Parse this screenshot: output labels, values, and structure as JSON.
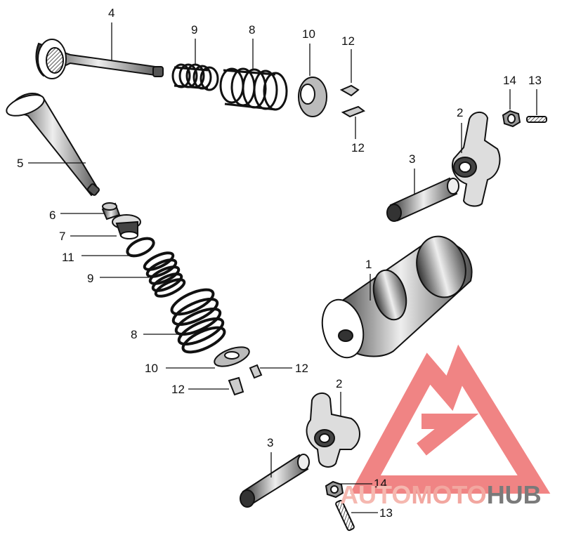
{
  "parts": [
    {
      "id": "p4a",
      "number": "4"
    },
    {
      "id": "p9a",
      "number": "9"
    },
    {
      "id": "p8a",
      "number": "8"
    },
    {
      "id": "p10a",
      "number": "10"
    },
    {
      "id": "p12a",
      "number": "12"
    },
    {
      "id": "p12b",
      "number": "12"
    },
    {
      "id": "p14a",
      "number": "14"
    },
    {
      "id": "p13a",
      "number": "13"
    },
    {
      "id": "p2a",
      "number": "2"
    },
    {
      "id": "p3a",
      "number": "3"
    },
    {
      "id": "p5",
      "number": "5"
    },
    {
      "id": "p6",
      "number": "6"
    },
    {
      "id": "p7",
      "number": "7"
    },
    {
      "id": "p11",
      "number": "11"
    },
    {
      "id": "p9b",
      "number": "9"
    },
    {
      "id": "p1",
      "number": "1"
    },
    {
      "id": "p8b",
      "number": "8"
    },
    {
      "id": "p10b",
      "number": "10"
    },
    {
      "id": "p12c",
      "number": "12"
    },
    {
      "id": "p12d",
      "number": "12"
    },
    {
      "id": "p2b",
      "number": "2"
    },
    {
      "id": "p3b",
      "number": "3"
    },
    {
      "id": "p14b",
      "number": "14"
    },
    {
      "id": "p13b",
      "number": "13"
    }
  ],
  "watermark": {
    "part1": "AUTO",
    "part2": "MOTO",
    "part3": "HUB",
    "color1": "#f5b8b0",
    "color2": "#f2a7a0",
    "color3": "#7a7a7a",
    "logo_color": "#ee6f6f"
  },
  "colors": {
    "ink": "#111111",
    "paper": "#ffffff"
  }
}
